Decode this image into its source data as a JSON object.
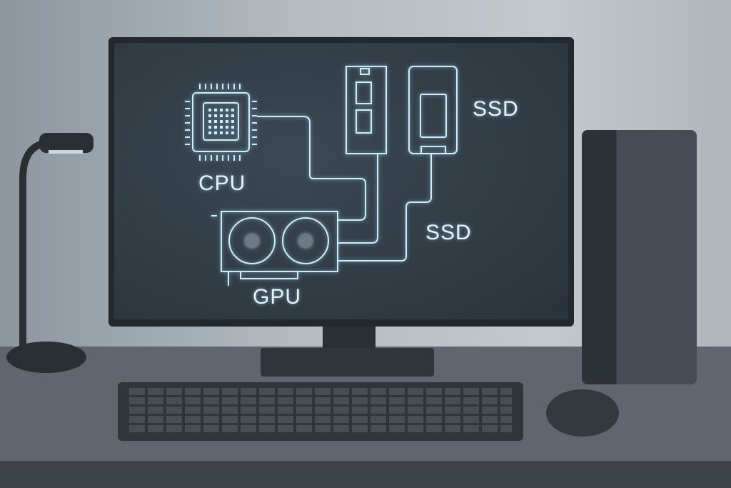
{
  "screen_diagram": {
    "labels": {
      "cpu": "CPU",
      "gpu": "GPU",
      "ssd_top": "SSD",
      "ssd_bottom": "SSD"
    },
    "glow_color": "#cdeef8"
  },
  "scene": {
    "monitor_color": "#23282d",
    "desk_color": "#5f666d"
  }
}
